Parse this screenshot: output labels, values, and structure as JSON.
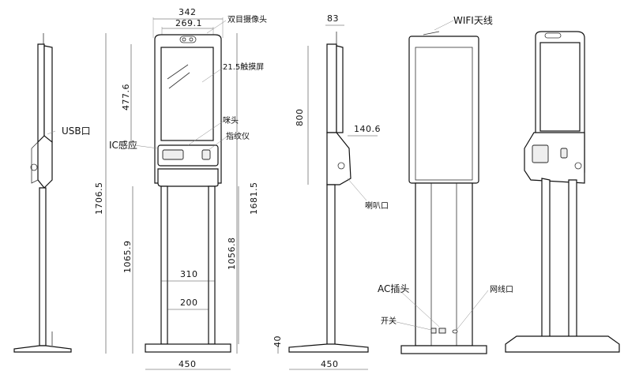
{
  "dimensions": {
    "front_width_total": "342",
    "front_width_screen": "269.1",
    "screen_height": "477.6",
    "total_height": "1706.5",
    "panel_height": "1681.5",
    "pillar_height_left": "1065.9",
    "pillar_height_right": "1056.8",
    "pillar_outer_width": "310",
    "pillar_inner_width": "200",
    "base_width_front": "450",
    "side_depth_top": "83",
    "side_height": "800",
    "side_bulge_depth": "140.6",
    "base_height": "40",
    "base_width_side": "450"
  },
  "annotations": {
    "usb_port": "USB口",
    "dual_camera": "双目摄像头",
    "touchscreen": "21.5触摸屏",
    "speaker_head": "咪头",
    "ic_card": "IC感应",
    "fingerprint": "指纹仪",
    "wifi_antenna": "WIFI天线",
    "speaker_port": "喇叭口",
    "ac_plug": "AC插头",
    "power_switch": "开关",
    "network_port": "网线口"
  }
}
